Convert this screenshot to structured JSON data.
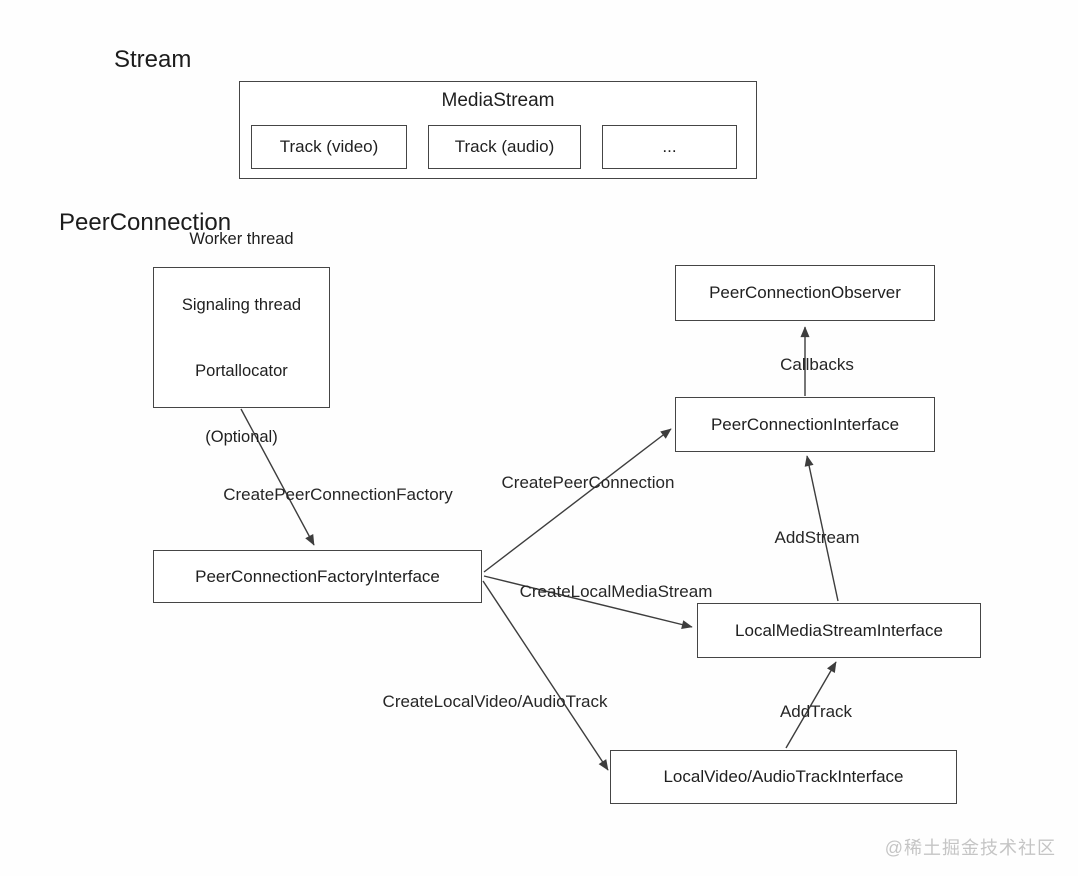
{
  "canvas": {
    "watermark": "@稀土掘金技术社区"
  },
  "colors": {
    "background": "#fefefe",
    "line": "#3d3d3d",
    "box_border": "#454545",
    "text": "#1f1f1f",
    "watermark": "#c5c5c5"
  },
  "stream_section": {
    "heading": "Stream",
    "container_label": "MediaStream",
    "tracks": [
      "Track (video)",
      "Track (audio)",
      "..."
    ]
  },
  "peer_connection_section": {
    "heading": "PeerConnection",
    "nodes": {
      "worker": {
        "lines": [
          "Worker thread",
          "Signaling thread",
          "Portallocator",
          "(Optional)"
        ]
      },
      "observer": {
        "label": "PeerConnectionObserver"
      },
      "interface": {
        "label": "PeerConnectionInterface"
      },
      "factory": {
        "label": "PeerConnectionFactoryInterface"
      },
      "local_media_stream": {
        "label": "LocalMediaStreamInterface"
      },
      "local_track": {
        "label": "LocalVideo/AudioTrackInterface"
      }
    },
    "edges": [
      {
        "from": "worker",
        "to": "factory",
        "label": "CreatePeerConnectionFactory"
      },
      {
        "from": "factory",
        "to": "interface",
        "label": "CreatePeerConnection"
      },
      {
        "from": "interface",
        "to": "observer",
        "label": "Callbacks"
      },
      {
        "from": "local_media_stream",
        "to": "interface",
        "label": "AddStream"
      },
      {
        "from": "factory",
        "to": "local_media_stream",
        "label": "CreateLocalMediaStream"
      },
      {
        "from": "factory",
        "to": "local_track",
        "label": "CreateLocalVideo/AudioTrack"
      },
      {
        "from": "local_track",
        "to": "local_media_stream",
        "label": "AddTrack"
      }
    ]
  }
}
